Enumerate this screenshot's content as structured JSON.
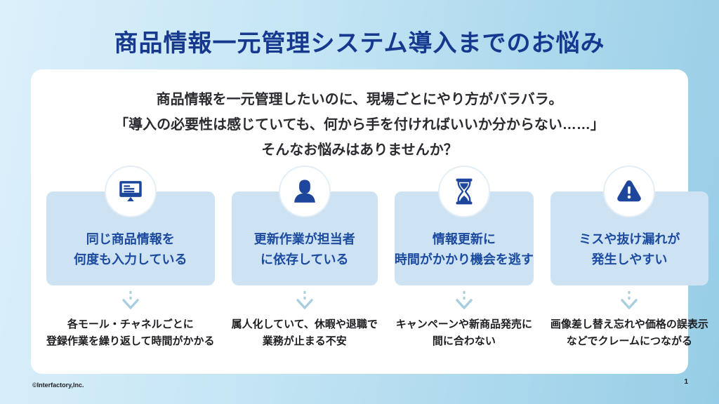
{
  "slide": {
    "title": "商品情報一元管理システム導入までのお悩み",
    "intro_lines": [
      "商品情報を一元管理したいのに、現場ごとにやり方がバラバラ。",
      "「導入の必要性は感じていても、何から手を付ければいいか分からない……」",
      "そんなお悩みはありませんか？"
    ],
    "columns": [
      {
        "icon": "monitor-icon",
        "box_lines": [
          "同じ商品情報を",
          "何度も入力している"
        ],
        "detail_lines": [
          "各モール・チャネルごとに",
          "登録作業を繰り返して時間がかかる"
        ]
      },
      {
        "icon": "person-icon",
        "box_lines": [
          "更新作業が担当者",
          "に依存している"
        ],
        "detail_lines": [
          "属人化していて、休暇や退職で",
          "業務が止まる不安"
        ]
      },
      {
        "icon": "hourglass-icon",
        "box_lines": [
          "情報更新に",
          "時間がかかり機会を逃す"
        ],
        "detail_lines": [
          "キャンペーンや新商品発売に",
          "間に合わない"
        ]
      },
      {
        "icon": "warning-icon",
        "box_lines": [
          "ミスや抜け漏れが",
          "発生しやすい"
        ],
        "detail_lines": [
          "画像差し替え忘れや価格の誤表示",
          "などでクレームにつながる"
        ]
      }
    ],
    "footer": {
      "copyright": "©Interfactory,Inc.",
      "page_number": "1"
    },
    "colors": {
      "title_blue": "#16388f",
      "icon_navy": "#1d469c",
      "box_background": "#cde3f4",
      "box_text_blue": "#1b4a9e",
      "arrow_blue": "#a9cede",
      "background_light": "#dcf0fb",
      "background_dark": "#96cde6"
    }
  }
}
